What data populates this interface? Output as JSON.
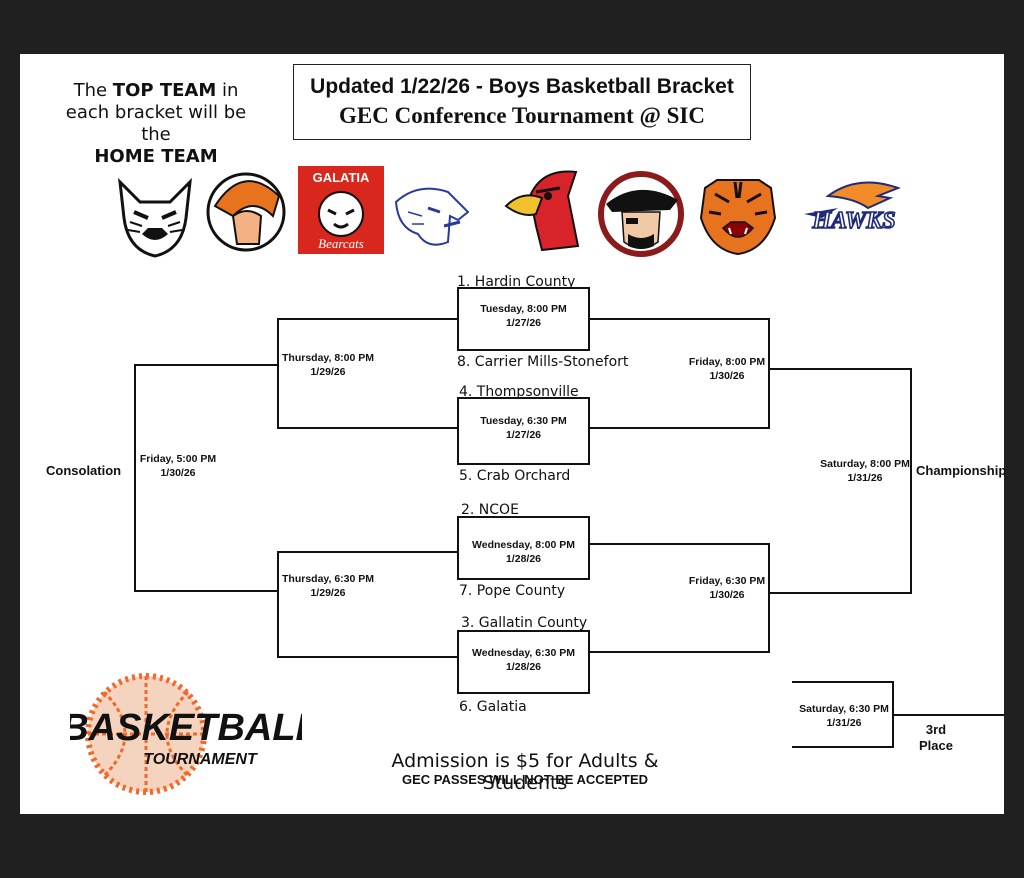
{
  "header_note": {
    "pre": "The ",
    "bold1": "TOP TEAM",
    "mid": " in each bracket will be the",
    "bold2": "HOME TEAM"
  },
  "title": {
    "line1": "Updated 1/22/26 - Boys Basketball Bracket",
    "line2": "GEC Conference Tournament @ SIC"
  },
  "logos": [
    {
      "icon": "bobcat-logo"
    },
    {
      "icon": "spartan-logo"
    },
    {
      "icon": "galatia-bearcats-logo",
      "text1": "GALATIA",
      "text2": "Bearcats"
    },
    {
      "icon": "cougar-logo"
    },
    {
      "icon": "redbird-logo"
    },
    {
      "icon": "pirate-logo"
    },
    {
      "icon": "tiger-logo"
    },
    {
      "icon": "hawks-logo",
      "text": "HAWKS"
    }
  ],
  "teams": {
    "t1": "1. Hardin County",
    "t8": "8. Carrier Mills-Stonefort",
    "t4": "4. Thompsonville",
    "t5": "5. Crab Orchard",
    "t2": "2. NCOE",
    "t7": "7. Pope County",
    "t3": "3. Gallatin County",
    "t6": "6. Galatia"
  },
  "games": {
    "g1": {
      "day": "Tuesday, 8:00 PM",
      "date": "1/27/26"
    },
    "g2": {
      "day": "Tuesday, 6:30 PM",
      "date": "1/27/26"
    },
    "g3": {
      "day": "Wednesday, 8:00 PM",
      "date": "1/28/26"
    },
    "g4": {
      "day": "Wednesday, 6:30 PM",
      "date": "1/28/26"
    },
    "cons_semi_top": {
      "day": "Thursday, 8:00 PM",
      "date": "1/29/26"
    },
    "cons_semi_bot": {
      "day": "Thursday, 6:30 PM",
      "date": "1/29/26"
    },
    "consolation": {
      "day": "Friday, 5:00 PM",
      "date": "1/30/26"
    },
    "semi_top": {
      "day": "Friday, 8:00 PM",
      "date": "1/30/26"
    },
    "semi_bot": {
      "day": "Friday, 6:30 PM",
      "date": "1/30/26"
    },
    "championship": {
      "day": "Saturday, 8:00 PM",
      "date": "1/31/26"
    },
    "third": {
      "day": "Saturday, 6:30 PM",
      "date": "1/31/26"
    }
  },
  "labels": {
    "consolation": "Consolation",
    "championship": "Championship",
    "third_line1": "3rd",
    "third_line2": "Place"
  },
  "tournament_logo": {
    "line1": "BASKETBALL",
    "line2": "TOURNAMENT"
  },
  "footer": {
    "admission": "Admission is $5 for Adults & Students",
    "passes": "GEC PASSES WILL NOT BE ACCEPTED"
  }
}
